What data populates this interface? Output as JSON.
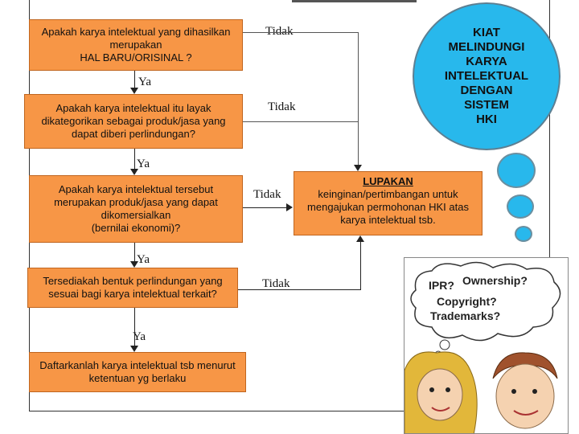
{
  "boxes": {
    "q1": "Apakah karya intelektual yang dihasilkan merupakan\nHAL BARU/ORISINAL ?",
    "q2": "Apakah karya intelektual itu layak dikategorikan sebagai produk/jasa yang dapat diberi perlindungan?",
    "q3": "Apakah karya intelektual tersebut merupakan produk/jasa yang dapat dikomersialkan\n(bernilai ekonomi)?",
    "q4": "Tersediakah bentuk  perlindungan yang sesuai bagi karya intelektual terkait?",
    "q5": "Daftarkanlah karya intelektual tsb menurut ketentuan yg berlaku"
  },
  "labels": {
    "ya1": "Ya",
    "ya2": "Ya",
    "ya3": "Ya",
    "ya4": "Ya",
    "tidak1": "Tidak",
    "tidak2": "Tidak",
    "tidak3": "Tidak",
    "tidak4": "Tidak"
  },
  "lupakan": {
    "title": "LUPAKAN",
    "body": "keinginan/pertimbangan untuk mengajukan permohonan HKI atas karya intelektual tsb."
  },
  "kiat": "KIAT\nMELINDUNGI\nKARYA\nINTELEKTUAL\nDENGAN\nSISTEM\nHKI",
  "cartoon": {
    "ipr": "IPR?",
    "ownership": "Ownership?",
    "copyright": "Copyright?",
    "trademarks": "Trademarks?"
  },
  "colors": {
    "box": "#f79646",
    "bubble": "#28b8ec"
  }
}
